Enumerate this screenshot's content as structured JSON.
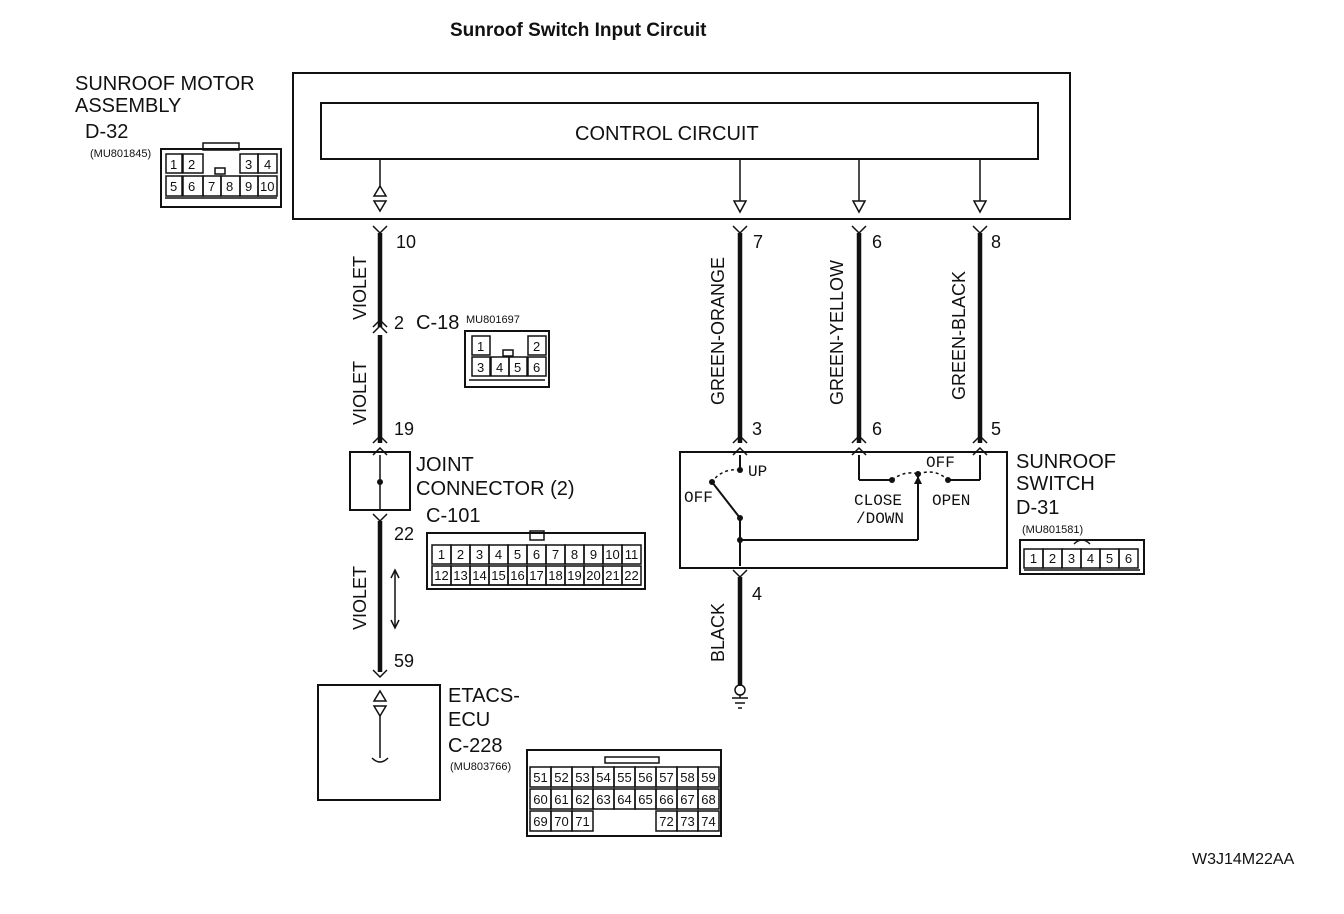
{
  "title": "Sunroof Switch Input Circuit",
  "figure_code": "W3J14M22AA",
  "motor_assembly": {
    "name_line1": "SUNROOF MOTOR",
    "name_line2": "ASSEMBLY",
    "connector": "D-32",
    "part_no": "(MU801845)",
    "control_circuit": "CONTROL CIRCUIT",
    "pins_top": [
      "1",
      "2",
      "3",
      "4"
    ],
    "pins_bottom": [
      "5",
      "6",
      "7",
      "8",
      "9",
      "10"
    ]
  },
  "connector_c18": {
    "connector": "C-18",
    "part_no": "MU801697",
    "pins_top": [
      "1",
      "2"
    ],
    "pins_bottom": [
      "3",
      "4",
      "5",
      "6"
    ]
  },
  "joint_connector": {
    "name_line1": "JOINT",
    "name_line2": "CONNECTOR (2)",
    "connector": "C-101",
    "pins_top": [
      "1",
      "2",
      "3",
      "4",
      "5",
      "6",
      "7",
      "8",
      "9",
      "10",
      "11"
    ],
    "pins_bottom": [
      "12",
      "13",
      "14",
      "15",
      "16",
      "17",
      "18",
      "19",
      "20",
      "21",
      "22"
    ]
  },
  "etacs": {
    "name_line1": "ETACS-",
    "name_line2": "ECU",
    "connector": "C-228",
    "part_no": "(MU803766)",
    "row1": [
      "51",
      "52",
      "53",
      "54",
      "55",
      "56",
      "57",
      "58",
      "59"
    ],
    "row2": [
      "60",
      "61",
      "62",
      "63",
      "64",
      "65",
      "66",
      "67",
      "68"
    ],
    "row3_left": [
      "69",
      "70",
      "71"
    ],
    "row3_right": [
      "72",
      "73",
      "74"
    ]
  },
  "sunroof_switch": {
    "name_line1": "SUNROOF",
    "name_line2": "SWITCH",
    "connector": "D-31",
    "part_no": "(MU801581)",
    "pins": [
      "1",
      "2",
      "3",
      "4",
      "5",
      "6"
    ],
    "labels": {
      "up": "UP",
      "off_left": "OFF",
      "off_right": "OFF",
      "close": "CLOSE",
      "down": "/DOWN",
      "open": "OPEN"
    }
  },
  "wires": {
    "violet_1": "VIOLET",
    "violet_2": "VIOLET",
    "violet_3": "VIOLET",
    "green_orange": "GREEN-ORANGE",
    "green_yellow": "GREEN-YELLOW",
    "green_black": "GREEN-BLACK",
    "black": "BLACK"
  },
  "pin_numbers": {
    "d32_violet": "10",
    "c18_violet": "2",
    "joint_in": "19",
    "joint_out": "22",
    "etacs_in": "59",
    "d32_orange": "7",
    "d32_yellow": "6",
    "d32_black": "8",
    "d31_orange": "3",
    "d31_yellow": "6",
    "d31_black": "5",
    "d31_ground": "4"
  }
}
